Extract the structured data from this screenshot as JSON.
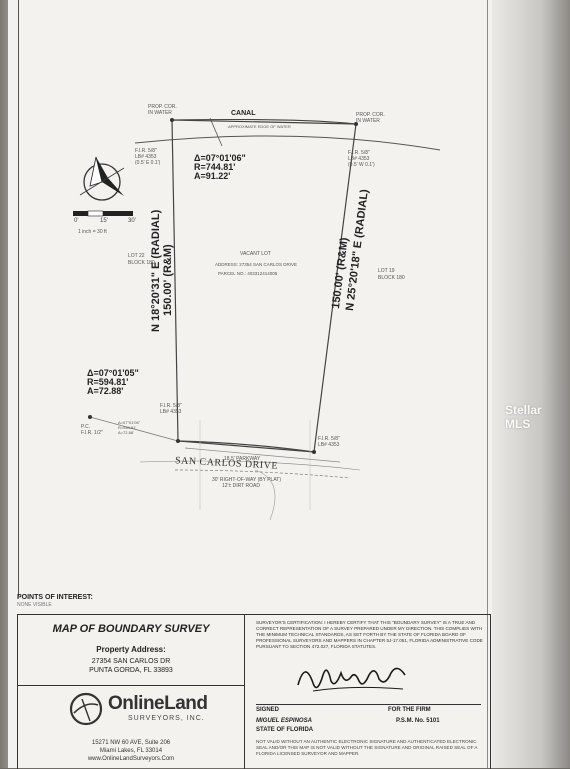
{
  "plat": {
    "canal": "CANAL",
    "water_edge": "APPROXIMATE EDGE OF WATER",
    "prop_cor_left": [
      "PROP. COR.",
      "IN WATER"
    ],
    "prop_cor_right": [
      "PROP. COR.",
      "IN WATER"
    ],
    "fir_top_left": [
      "F.I.R. 5/8\"",
      "LB# 4353",
      "(0.5' E 0.1')"
    ],
    "fir_top_right": [
      "F.I.R. 5/8\"",
      "LB# 4353",
      "(0.5' W 0.1')"
    ],
    "fir_bottom_left": [
      "F.I.R. 5/8\"",
      "LB# 4353"
    ],
    "fir_bottom_right": [
      "F.I.R. 5/8\"",
      "LB# 4353"
    ],
    "pc": [
      "P.C.",
      "F.I.R. 1/2\""
    ],
    "curve_top": [
      "Δ=07°01'06\"",
      "R=744.81'",
      "A=91.22'"
    ],
    "curve_bottom": [
      "Δ=07°01'05\"",
      "R=594.81'",
      "A=72.88'"
    ],
    "curve_bottom_small": [
      "Δ=07°01'06\"",
      "R=594.81'",
      "A=72.88'"
    ],
    "left_bearing": "N 18°20'31\" E (RADIAL)",
    "left_distance": "150.00' (R&M)",
    "right_distance": "150.00' (R&M)",
    "right_bearing": "N 25°20'18\" E (RADIAL)",
    "lot_left": [
      "LOT 22",
      "BLOCK 180"
    ],
    "lot_right": [
      "LOT 19",
      "BLOCK 180"
    ],
    "vacant_lot": "VACANT LOT",
    "address_line": "ADDRESS: 27354 SAN CARLOS DRIVE",
    "parcel_line": "PARCEL NO.: 403312414005",
    "parkway": "18.5' PARKWAY",
    "row": [
      "30' RIGHT-OF-WAY (BY PLAT)",
      "12'± DIRT ROAD"
    ],
    "road": "SAN CARLOS DRIVE",
    "scale_ticks": [
      "0'",
      "15'",
      "30'"
    ],
    "scale_note": "1 inch = 30 ft"
  },
  "poi": {
    "label": "POINTS OF INTEREST:",
    "value": "NONE VISIBLE"
  },
  "title_block": {
    "title": "MAP OF BOUNDARY SURVEY",
    "property_address_label": "Property Address:",
    "address_lines": [
      "27354 SAN CARLOS DR",
      "PUNTA GORDA, FL 33893"
    ],
    "logo_name": "OnlineLand",
    "logo_sub": "SURVEYORS, INC.",
    "contact_lines": [
      "15271 NW 60 AVE, Suite 206",
      "Miami Lakes, FL 33014",
      "www.OnlineLandSurveyors.Com"
    ],
    "certification": "SURVEYOR'S CERTIFICATION: I HEREBY CERTIFY THAT THIS \"BOUNDARY SURVEY\" IS A TRUE AND CORRECT REPRESENTATION OF A SURVEY PREPARED UNDER MY DIRECTION. THIS COMPLIES WITH THE MINIMUM TECHNICAL STANDARDS, AS SET FORTH BY THE STATE OF FLORIDA BOARD OF PROFESSIONAL SURVEYORS AND MAPPERS IN CHAPTER 5J-17.051, FLORIDA ADMINISTRATIVE CODE PURSUANT TO SECTION 472.027, FLORIDA STATUTES.",
    "signed_label": "SIGNED",
    "for_the_firm": "FOR THE FIRM",
    "surveyor_name": "MIGUEL ESPINOSA",
    "psm": "P.S.M. No. 5101",
    "state": "STATE OF FLORIDA",
    "not_valid": "NOT VALID WITHOUT AN AUTHENTIC ELECTRONIC SIGNATURE AND AUTHENTICATED ELECTRONIC SEAL AND/OR THIS MAP IS NOT VALID WITHOUT THE SIGNATURE AND ORIGINAL RAISED SEAL OF A FLORIDA LICENSED SURVEYOR AND MAPPER."
  },
  "watermark": "Stellar MLS"
}
